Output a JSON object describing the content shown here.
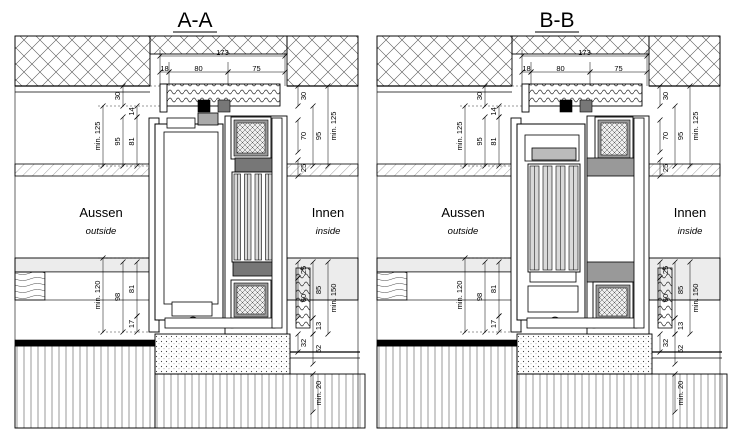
{
  "sections": [
    {
      "title": "A-A",
      "variant": "A",
      "outside_label": "Aussen",
      "outside_sub": "outside",
      "inside_label": "Innen",
      "inside_sub": "inside",
      "top_dims": {
        "total": "173",
        "d18": "18",
        "d80": "80",
        "d75": "75"
      },
      "left_dims_upper": {
        "d30": "30",
        "min125": "min. 125",
        "d14": "14",
        "d95": "95",
        "d81": "81"
      },
      "right_dims_upper": {
        "d30": "30",
        "d70": "70",
        "d95": "95",
        "min125": "min. 125",
        "d25": "25"
      },
      "left_dims_lower": {
        "min120": "min. 120",
        "d98": "98",
        "d81": "81",
        "d17": "17"
      },
      "right_dims_lower": {
        "d25": "25",
        "d60": "60",
        "d85": "85",
        "min150": "min. 150",
        "d13": "13",
        "d32": "32",
        "d52": "52",
        "min20": "min. 20"
      }
    },
    {
      "title": "B-B",
      "variant": "B",
      "outside_label": "Aussen",
      "outside_sub": "outside",
      "inside_label": "Innen",
      "inside_sub": "inside",
      "top_dims": {
        "total": "173",
        "d18": "18",
        "d80": "80",
        "d75": "75"
      },
      "left_dims_upper": {
        "d30": "30",
        "min125": "min. 125",
        "d14": "14",
        "d95": "95",
        "d81": "81"
      },
      "right_dims_upper": {
        "d30": "30",
        "d70": "70",
        "d95": "95",
        "min125": "min. 125",
        "d25": "25"
      },
      "left_dims_lower": {
        "min120": "min. 120",
        "d98": "98",
        "d81": "81",
        "d17": "17"
      },
      "right_dims_lower": {
        "d25": "25",
        "d60": "60",
        "d85": "85",
        "min150": "min. 150",
        "d13": "13",
        "d32": "32",
        "d52": "52",
        "min20": "min. 20"
      }
    }
  ]
}
